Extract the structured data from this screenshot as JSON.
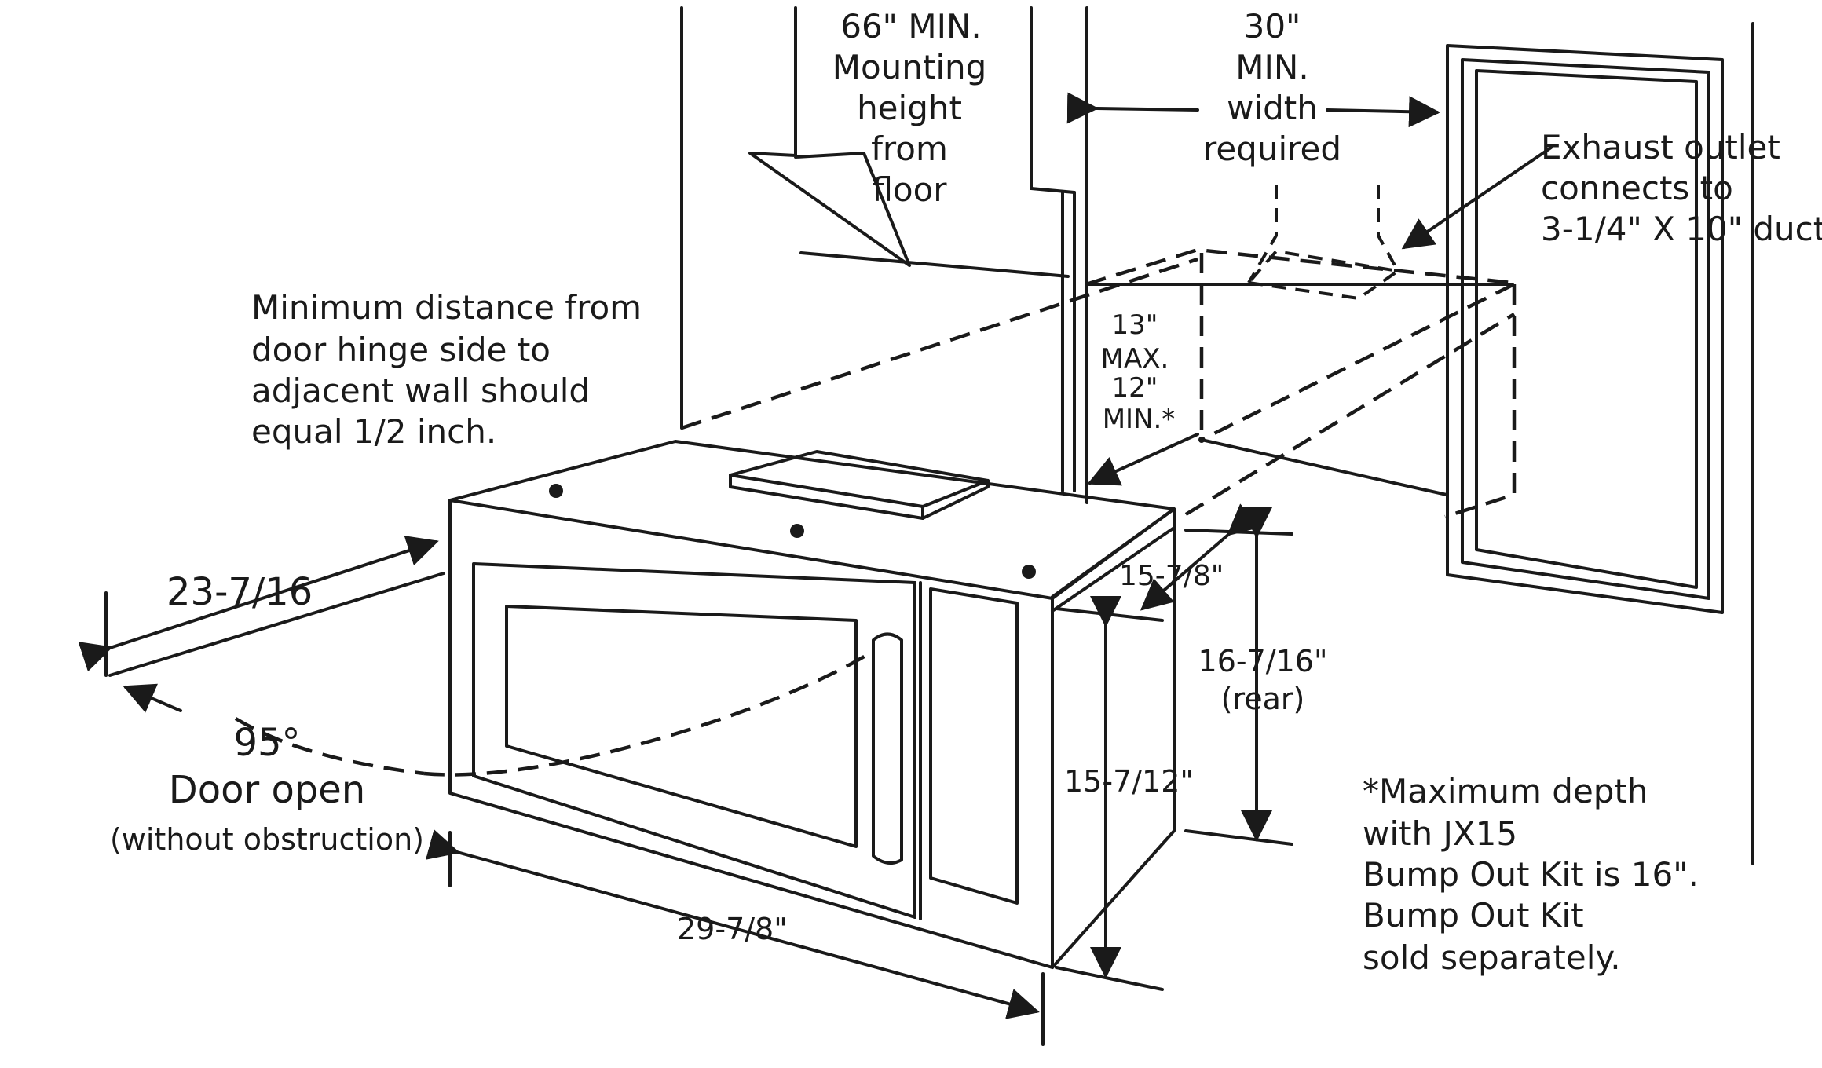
{
  "labels": {
    "mounting_height": [
      "66\" MIN.",
      "Mounting",
      "height",
      "from",
      "floor"
    ],
    "width_required": [
      "30\"",
      "MIN.",
      "width",
      "required"
    ],
    "exhaust": [
      "Exhaust outlet",
      "connects to",
      "3-1/4\" X 10\" duct"
    ],
    "hinge_note": [
      "Minimum distance from",
      "door hinge side to",
      "adjacent wall should",
      "equal 1/2 inch."
    ],
    "depth_range": [
      "13\"",
      "MAX.",
      "12\"",
      "MIN.*"
    ],
    "open_depth": "23-7/16",
    "door_angle": "95°",
    "door_open": "Door open",
    "door_open_note": "(without obstruction)",
    "depth_top": "15-7/8\"",
    "rear_height": [
      "16-7/16\"",
      "(rear)"
    ],
    "front_height": "15-7/12\"",
    "width": "29-7/8\"",
    "bump_out_note": [
      "*Maximum depth",
      "with JX15",
      "Bump Out Kit is 16\".",
      "Bump Out Kit",
      "sold separately."
    ]
  },
  "colors": {
    "line": "#1a1a1a",
    "background": "#ffffff"
  }
}
